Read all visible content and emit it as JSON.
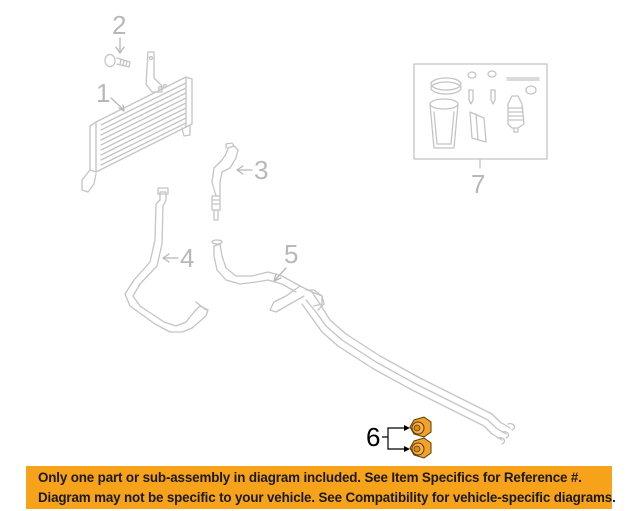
{
  "diagram": {
    "callouts": [
      {
        "id": "1",
        "label": "1",
        "part": "oil-cooler"
      },
      {
        "id": "2",
        "label": "2",
        "part": "screw"
      },
      {
        "id": "3",
        "label": "3",
        "part": "connector-hose"
      },
      {
        "id": "4",
        "label": "4",
        "part": "return-hose"
      },
      {
        "id": "5",
        "label": "5",
        "part": "cooler-line-assembly"
      },
      {
        "id": "6",
        "label": "6",
        "part": "nuts",
        "highlighted": true
      },
      {
        "id": "7",
        "label": "7",
        "part": "filter-kit"
      }
    ],
    "colors": {
      "line_art": "#c4c4c4",
      "callout_text": "#b8b8b8",
      "highlight_fill": "#f2a12a",
      "highlight_stroke": "#5a3a00",
      "banner_bg": "#f7a21b",
      "banner_text": "#1a1a1a"
    }
  },
  "banner": {
    "line1": "Only one part or sub-assembly in diagram included. See Item Specifics for Reference #.",
    "line2": "Diagram may not be specific to your vehicle. See Compatibility for vehicle-specific diagrams."
  }
}
